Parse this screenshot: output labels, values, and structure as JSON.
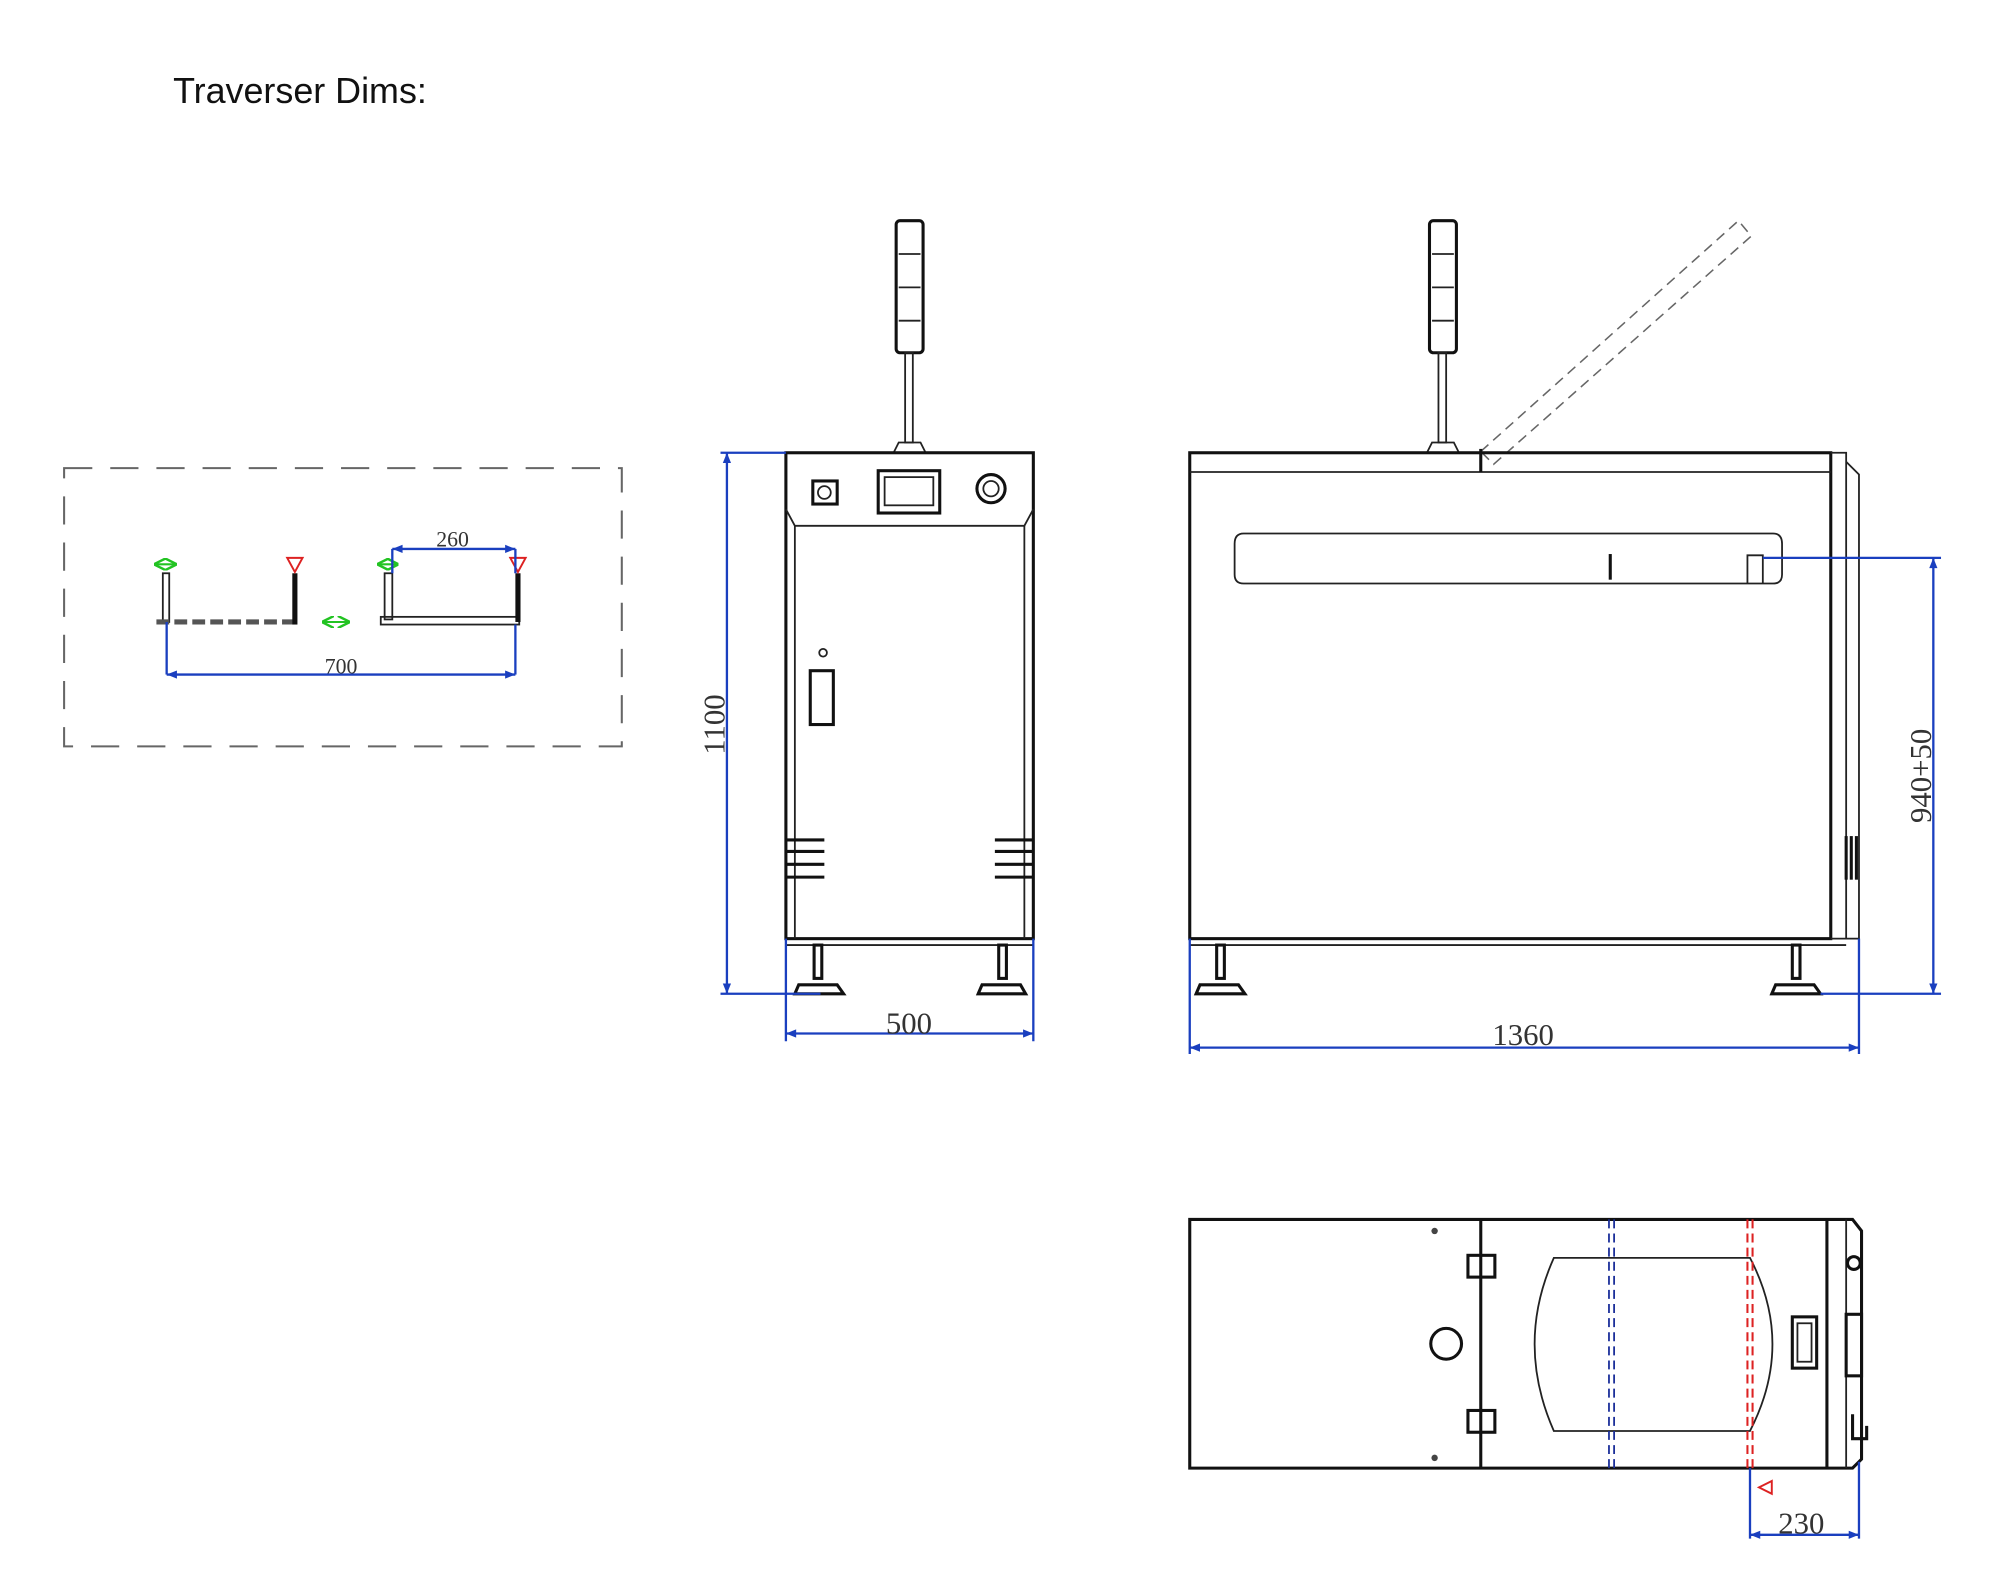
{
  "title": "Traverser Dims:",
  "colors": {
    "dimension": "#1a3fbf",
    "motion_arrow": "#22c322",
    "marker": "#d22222",
    "line": "#222222"
  },
  "views": {
    "schematic": {
      "dim_gap": "260",
      "dim_span": "700"
    },
    "front": {
      "dim_height": "1100",
      "dim_width": "500"
    },
    "side": {
      "dim_height": "940+50",
      "dim_length": "1360"
    },
    "top": {
      "dim_offset": "230"
    }
  }
}
